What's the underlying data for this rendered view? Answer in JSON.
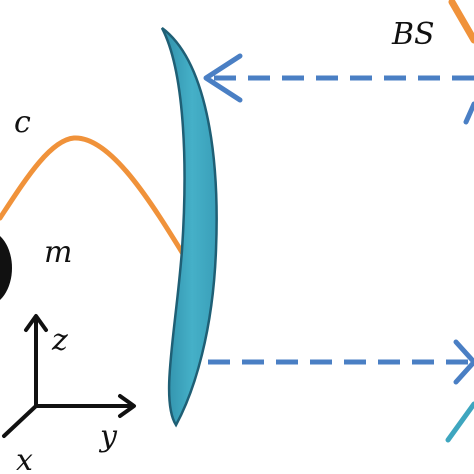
{
  "labels": {
    "beam_splitter": "BS",
    "curve": "c",
    "mass": "m",
    "axis_z": "z",
    "axis_y": "y",
    "axis_x": "x"
  },
  "colors": {
    "mirror_fill": "#3ea6bf",
    "mirror_stroke": "#1f5f75",
    "beam": "#4a7fc4",
    "curve": "#f0923a",
    "beam_splitter": "#f0923a",
    "lower_optic": "#3ea6bf",
    "axes": "#111111"
  }
}
